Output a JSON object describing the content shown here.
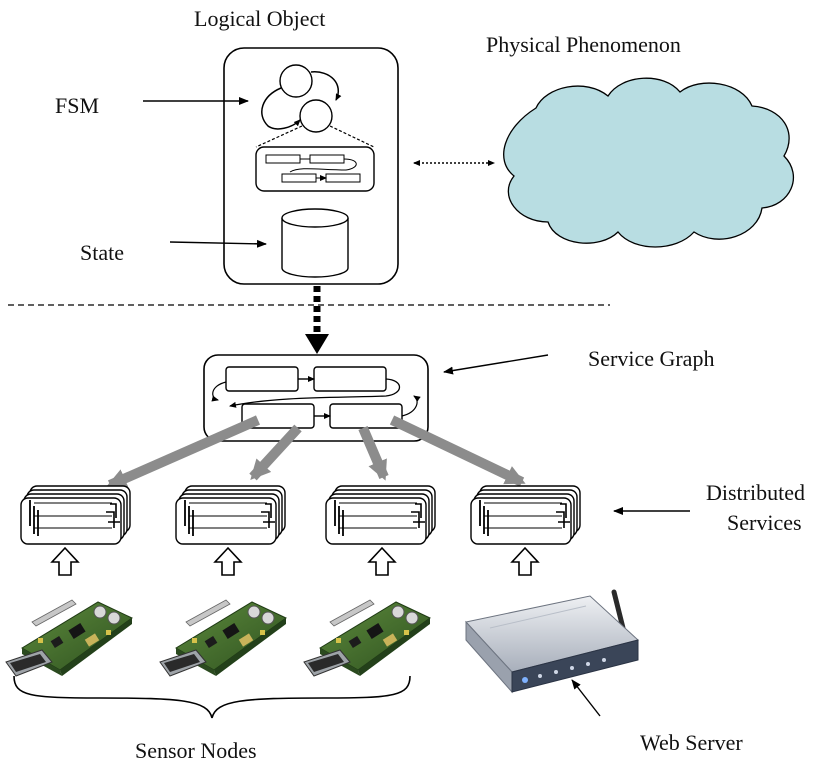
{
  "labels": {
    "logical_object": "Logical Object",
    "physical_phenomenon": "Physical Phenomenon",
    "fsm": "FSM",
    "state": "State",
    "service_graph": "Service Graph",
    "distributed_line1": "Distributed",
    "distributed_line2": "Services",
    "sensor_nodes": "Sensor Nodes",
    "web_server": "Web Server"
  },
  "colors": {
    "cloud_fill": "#b8dde2",
    "fat_arrow": "#8c8c8c",
    "pcb_green": "#3f6b2a",
    "router_body": "#cfd4dc"
  }
}
